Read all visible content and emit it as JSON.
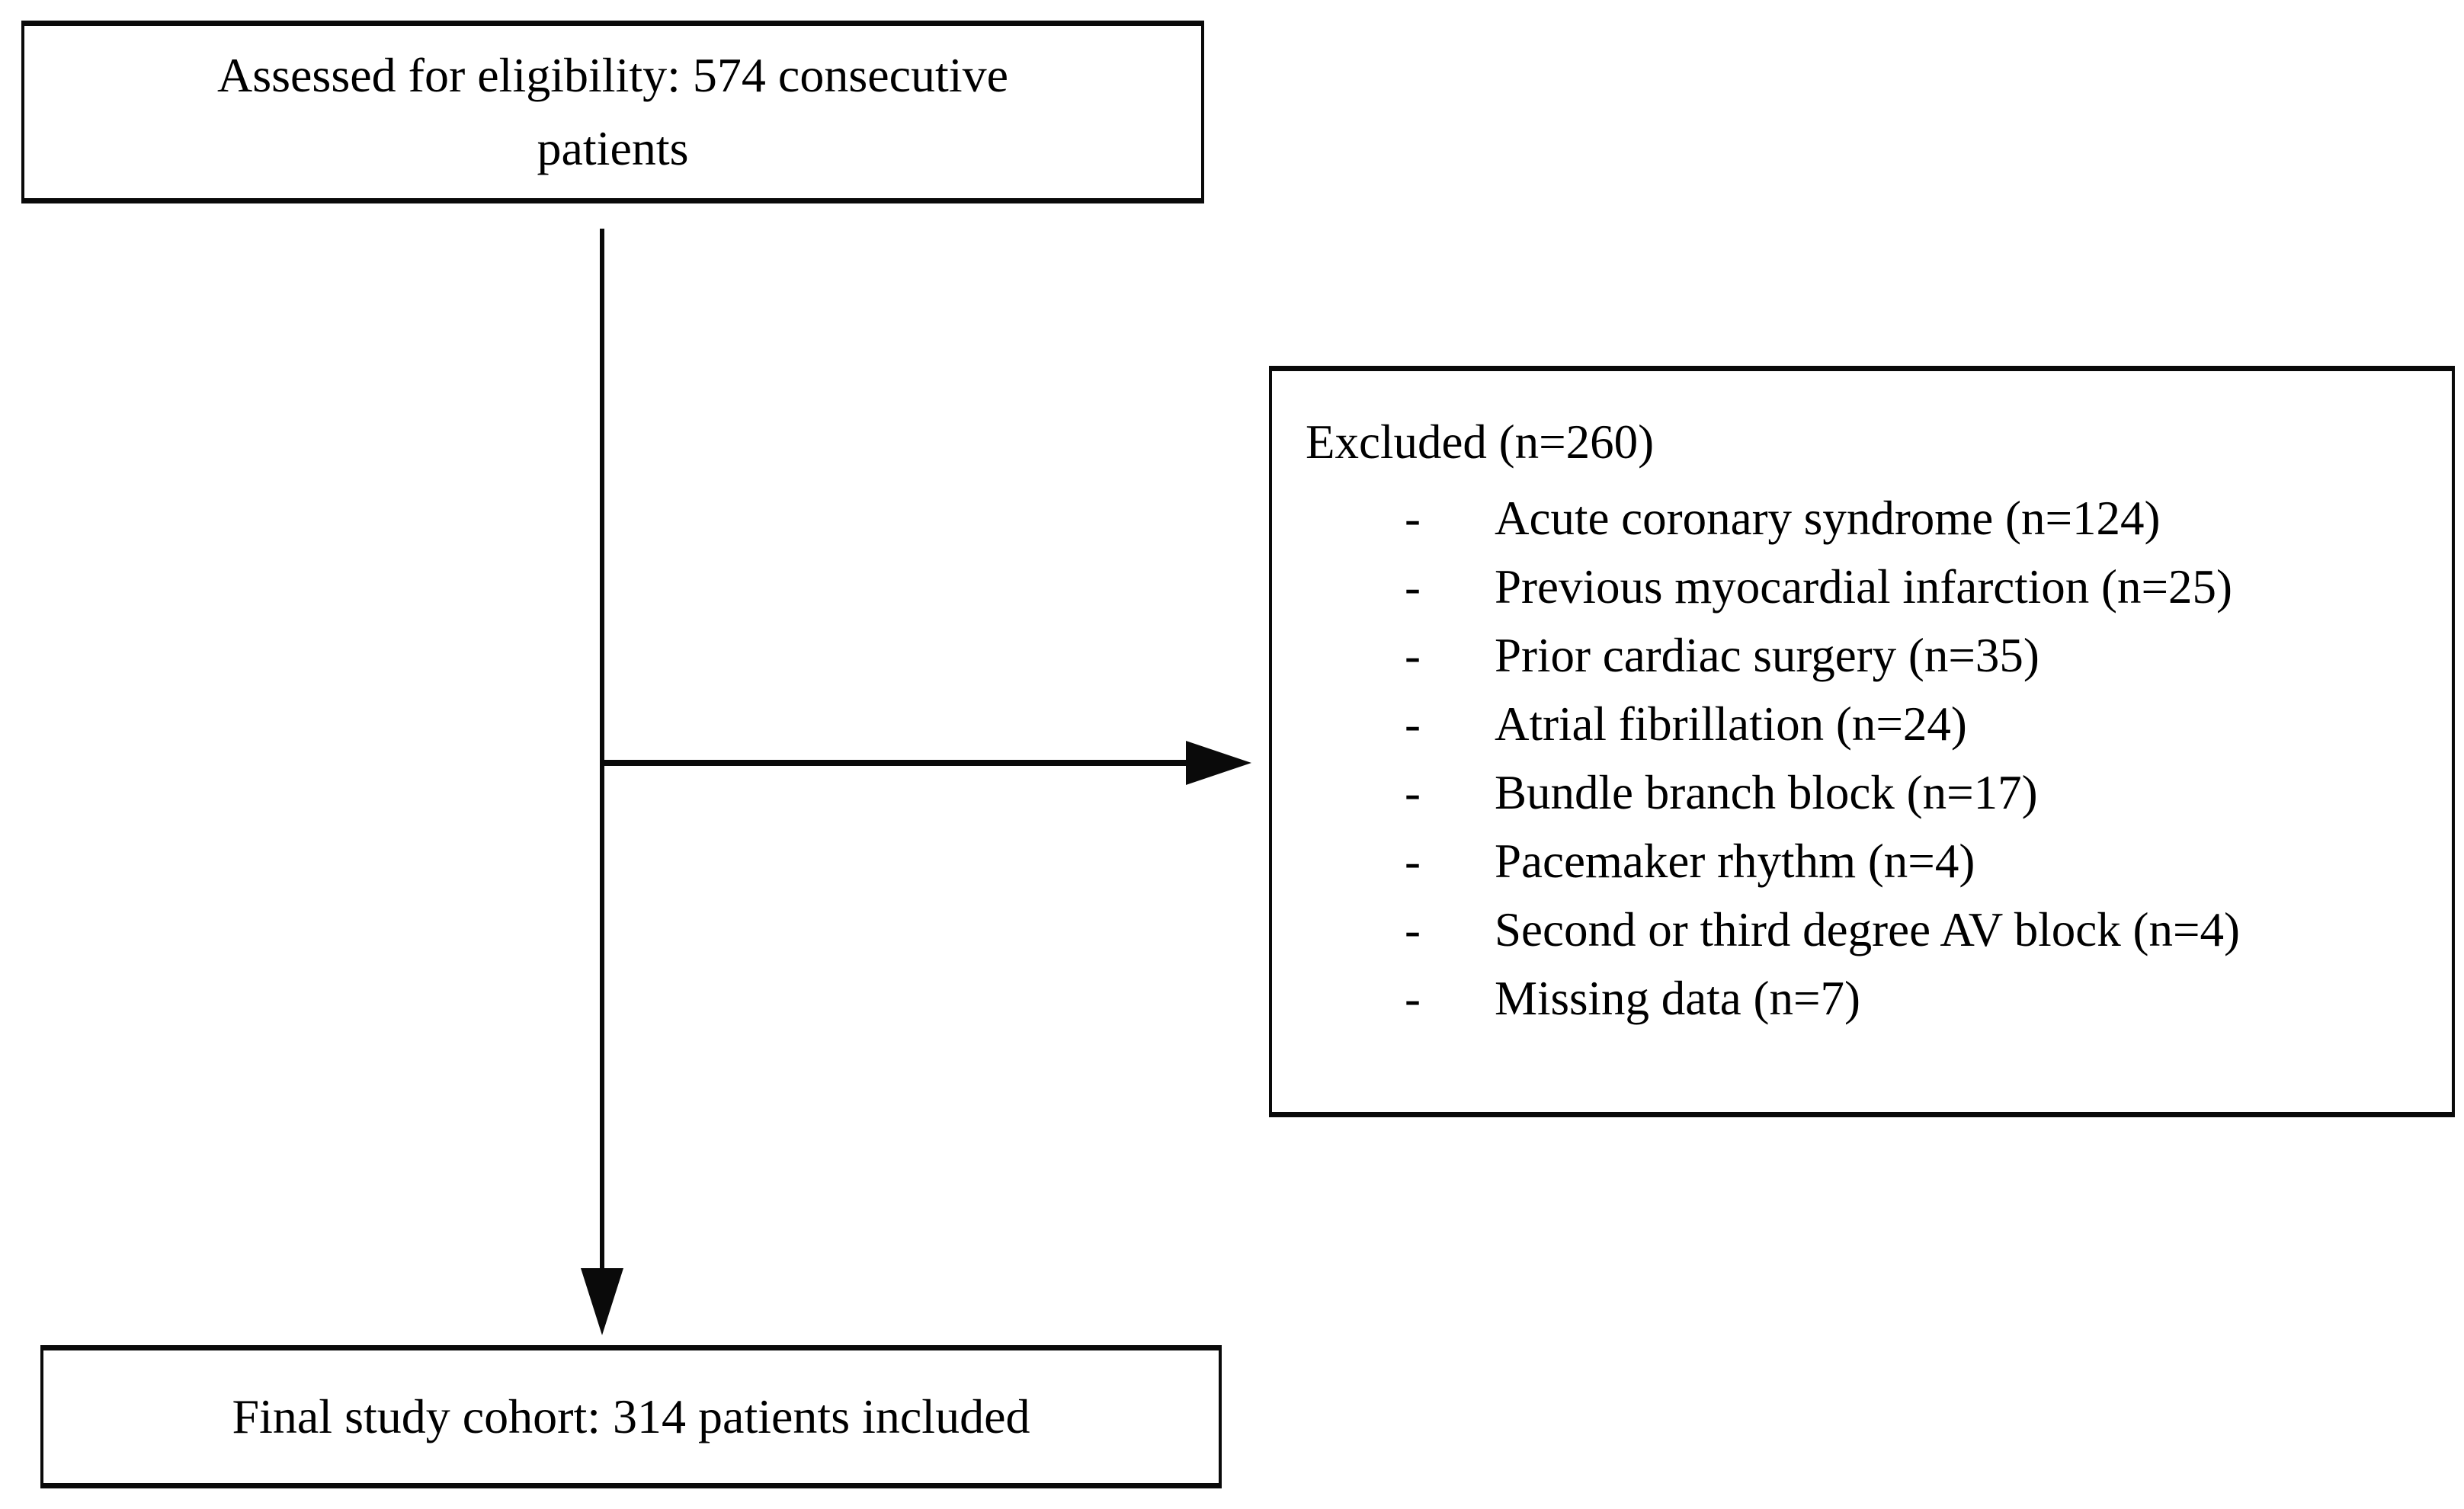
{
  "diagram": {
    "type": "study-flow-diagram",
    "colors": {
      "background": "#ffffff",
      "border": "#0a0a0a",
      "text": "#000000",
      "arrow": "#000000"
    },
    "assessed_box": {
      "line1": "Assessed for eligibility: 574 consecutive",
      "line2": "patients",
      "full_text": "Assessed for eligibility: 574 consecutive patients"
    },
    "excluded_box": {
      "title": "Excluded (n=260)",
      "bullet": "-",
      "items": [
        "Acute coronary syndrome (n=124)",
        "Previous myocardial infarction (n=25)",
        "Prior cardiac surgery (n=35)",
        "Atrial fibrillation (n=24)",
        "Bundle branch block (n=17)",
        "Pacemaker rhythm (n=4)",
        "Second or third degree AV block (n=4)",
        "Missing data (n=7)"
      ]
    },
    "final_box": {
      "text": "Final study cohort: 314 patients included"
    }
  }
}
